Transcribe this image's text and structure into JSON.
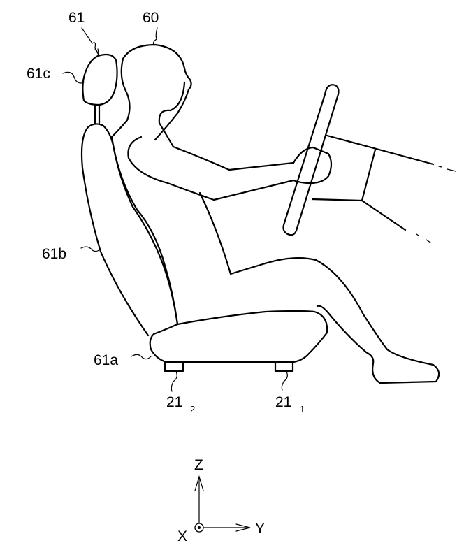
{
  "figure": {
    "type": "patent line drawing",
    "subject": "occupant seated in vehicle seat holding steering wheel",
    "stroke_color": "#000000",
    "background_color": "#ffffff"
  },
  "labels": {
    "occupant": "60",
    "seat": "61",
    "headrest": "61c",
    "backrest": "61b",
    "seat_cushion": "61a",
    "sensor_front": {
      "main": "21",
      "sub": "1"
    },
    "sensor_rear": {
      "main": "21",
      "sub": "2"
    }
  },
  "axes": {
    "z_label": "Z",
    "y_label": "Y",
    "x_label": "X",
    "x_symbol": "dot-in-circle (out of page)"
  }
}
